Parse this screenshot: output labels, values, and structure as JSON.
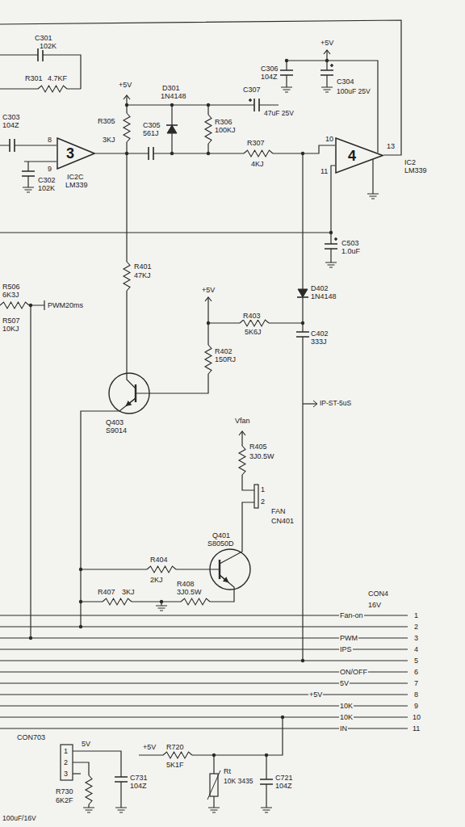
{
  "diagram": {
    "nodes": [
      {
        "text": [
          "3"
        ]
      },
      {
        "text": [
          "4"
        ]
      }
    ],
    "labels": [
      "C301",
      "102K",
      "R301",
      "4.7KF",
      "C303",
      "104Z",
      "8",
      "9",
      "C302",
      "102K",
      "IC2C",
      "LM339",
      "+5V",
      "R305",
      "3KJ",
      "C305",
      "561J",
      "D301",
      "1N4148",
      "R306",
      "100KJ",
      "C307",
      "47uF 25V",
      "C306",
      "104Z",
      "+5V",
      "C304",
      "100uF 25V",
      "R307",
      "4KJ",
      "10",
      "11",
      "13",
      "IC2",
      "LM339",
      "C503",
      "1.0uF",
      "R401",
      "47KJ",
      "D402",
      "1N4148",
      "+5V",
      "R403",
      "5K6J",
      "C402",
      "333J",
      "R402",
      "150RJ",
      "Q403",
      "S9014",
      "IP-ST-5uS",
      "Vfan",
      "R405",
      "3J0.5W",
      "1",
      "2",
      "FAN",
      "CN401",
      "Q401",
      "S8050D",
      "R404",
      "2KJ",
      "R407",
      "3KJ",
      "R408",
      "3J0.5W",
      "CON4",
      "16V",
      "1",
      "2",
      "3",
      "4",
      "5",
      "6",
      "7",
      "8",
      "9",
      "10",
      "11",
      "Fan-on",
      "PWM",
      "IPS",
      "ON/OFF",
      "5V",
      "+5V",
      "10K",
      "10K",
      "IN",
      "CON703",
      "5V",
      "1",
      "2",
      "3",
      "R730",
      "6K2F",
      "C731",
      "104Z",
      "+5V",
      "R720",
      "5K1F",
      "Rt",
      "10K 3435",
      "C721",
      "104Z",
      "R506",
      "6K3J",
      "R507",
      "10KJ",
      "PWM20ms",
      "100uF/16V"
    ]
  }
}
